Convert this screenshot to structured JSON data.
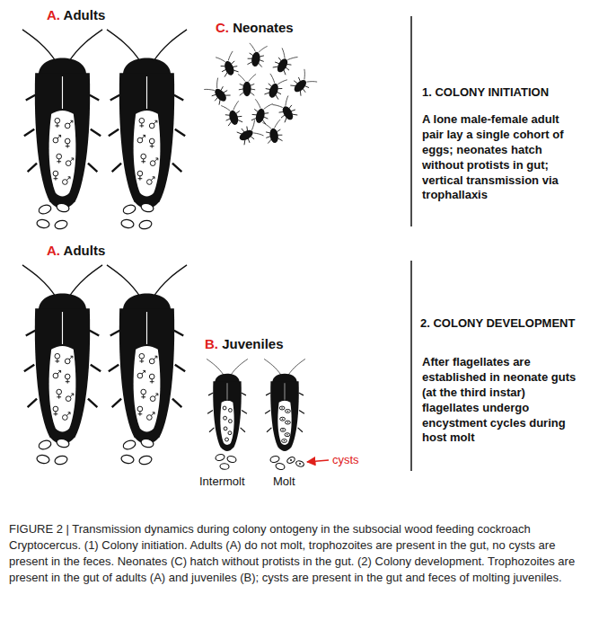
{
  "diagram": {
    "caption": "FIGURE 2 | Transmission dynamics during colony ontogeny in the subsocial wood feeding cockroach Cryptocercus. (1) Colony initiation. Adults (A) do not molt, trophozoites are present in the gut, no cysts are present in the feces. Neonates (C) hatch without protists in the gut. (2) Colony development. Trophozoites are present in the gut of adults (A) and juveniles (B); cysts are present in the gut and feces of molting juveniles.",
    "labels": [
      "A. Adults",
      "C. Neonates",
      "1. COLONY INITIATION",
      "A lone male-female adult pair lay a single cohort of eggs; neonates hatch without protists in gut; vertical transmission via trophallaxis",
      "A. Adults",
      "B. Juveniles",
      "Intermolt",
      "Molt",
      "cysts",
      "2. COLONY DEVELOPMENT",
      "After flagellates are established in neonate guts (at the third instar) flagellates undergo encystment cycles during host molt"
    ]
  }
}
